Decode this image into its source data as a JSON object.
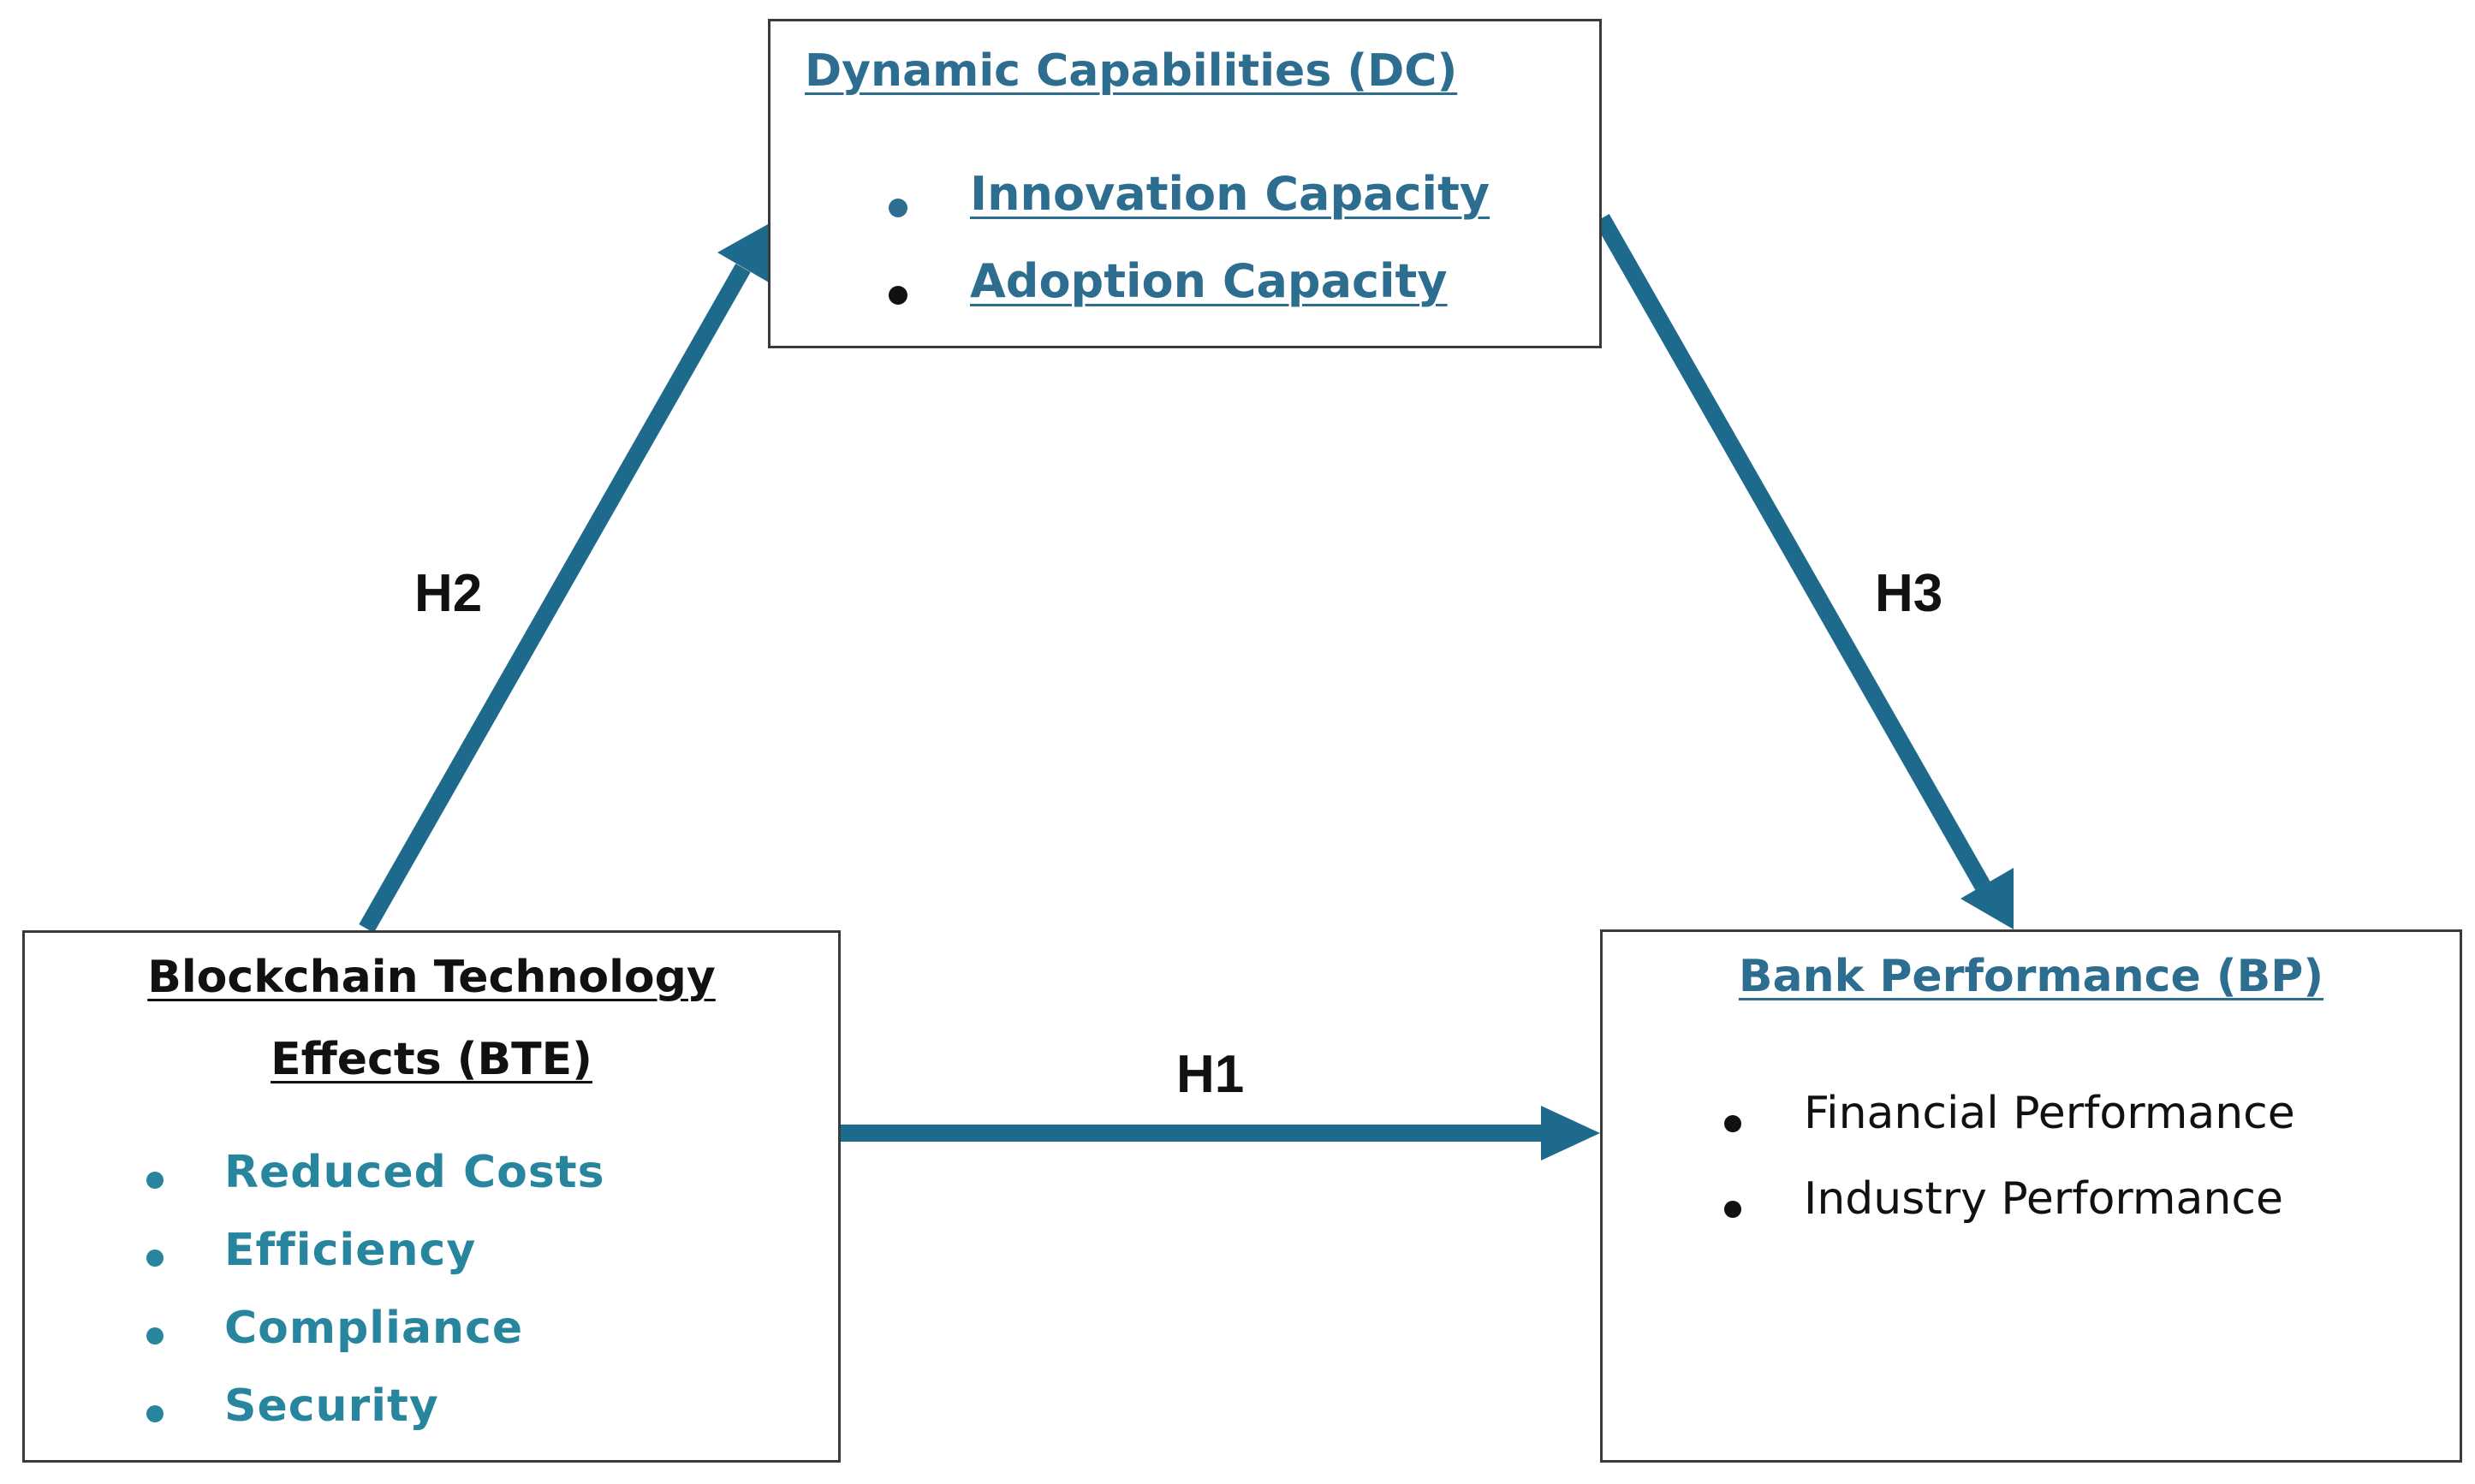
{
  "nodes": {
    "dc": {
      "title": "Dynamic Capabilities (DC)",
      "items": [
        {
          "label": "Innovation Capacity",
          "bullet_color": "#2d6d90"
        },
        {
          "label": "Adoption Capacity",
          "bullet_color": "#111111"
        }
      ]
    },
    "bte": {
      "title_line1": "Blockchain Technology",
      "title_line2": "Effects (BTE)",
      "items": [
        {
          "label": "Reduced Costs"
        },
        {
          "label": "Efficiency"
        },
        {
          "label": "Compliance"
        },
        {
          "label": "Security"
        }
      ]
    },
    "bp": {
      "title": "Bank Performance (BP)",
      "items": [
        {
          "label": "Financial Performance"
        },
        {
          "label": "Industry Performance"
        }
      ]
    }
  },
  "edges": [
    {
      "id": "H1",
      "label": "H1",
      "from": "bte",
      "to": "bp"
    },
    {
      "id": "H2",
      "label": "H2",
      "from": "bte",
      "to": "dc"
    },
    {
      "id": "H3",
      "label": "H3",
      "from": "dc",
      "to": "bp"
    }
  ],
  "colors": {
    "arrow": "#1d6a8c",
    "heading_blue": "#2d6d90",
    "item_teal": "#27869e",
    "text_dark": "#111111",
    "border": "#3a3a3a"
  }
}
